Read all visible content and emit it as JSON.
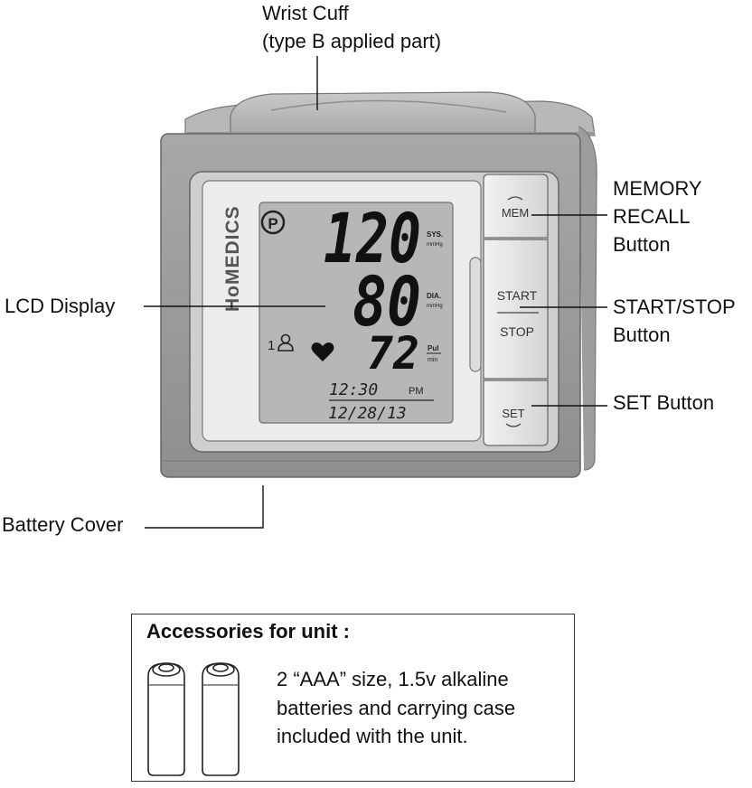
{
  "callouts": {
    "wrist_cuff": [
      "Wrist Cuff",
      "(type B applied part)"
    ],
    "memory_recall": [
      "MEMORY",
      "RECALL",
      "Button"
    ],
    "lcd_display": "LCD Display",
    "start_stop": [
      "START/STOP",
      "Button"
    ],
    "set_button": "SET Button",
    "battery_cover": "Battery Cover"
  },
  "device": {
    "brand": "HoMEDICS",
    "buttons": {
      "mem": "MEM",
      "start": "START",
      "stop": "STOP",
      "set": "SET"
    },
    "lcd": {
      "p_symbol": "P",
      "systolic": "120",
      "sys_label": "SYS.",
      "sys_unit": "mmHg",
      "diastolic": "80",
      "dia_label": "DIA.",
      "dia_unit": "mmHg",
      "pulse": "72",
      "pul_label": "Pul",
      "pul_unit": "min",
      "user": "1",
      "time": "12:30",
      "ampm": "PM",
      "date": "12/28/13"
    }
  },
  "accessories": {
    "title": "Accessories for unit :",
    "lines": [
      "2 “AAA” size, 1.5v alkaline",
      "batteries and carrying case",
      "included with the unit."
    ]
  },
  "colors": {
    "body": "#9a9a9a",
    "lcd": "#b7b7b7",
    "frame": "#e4e4e4"
  }
}
